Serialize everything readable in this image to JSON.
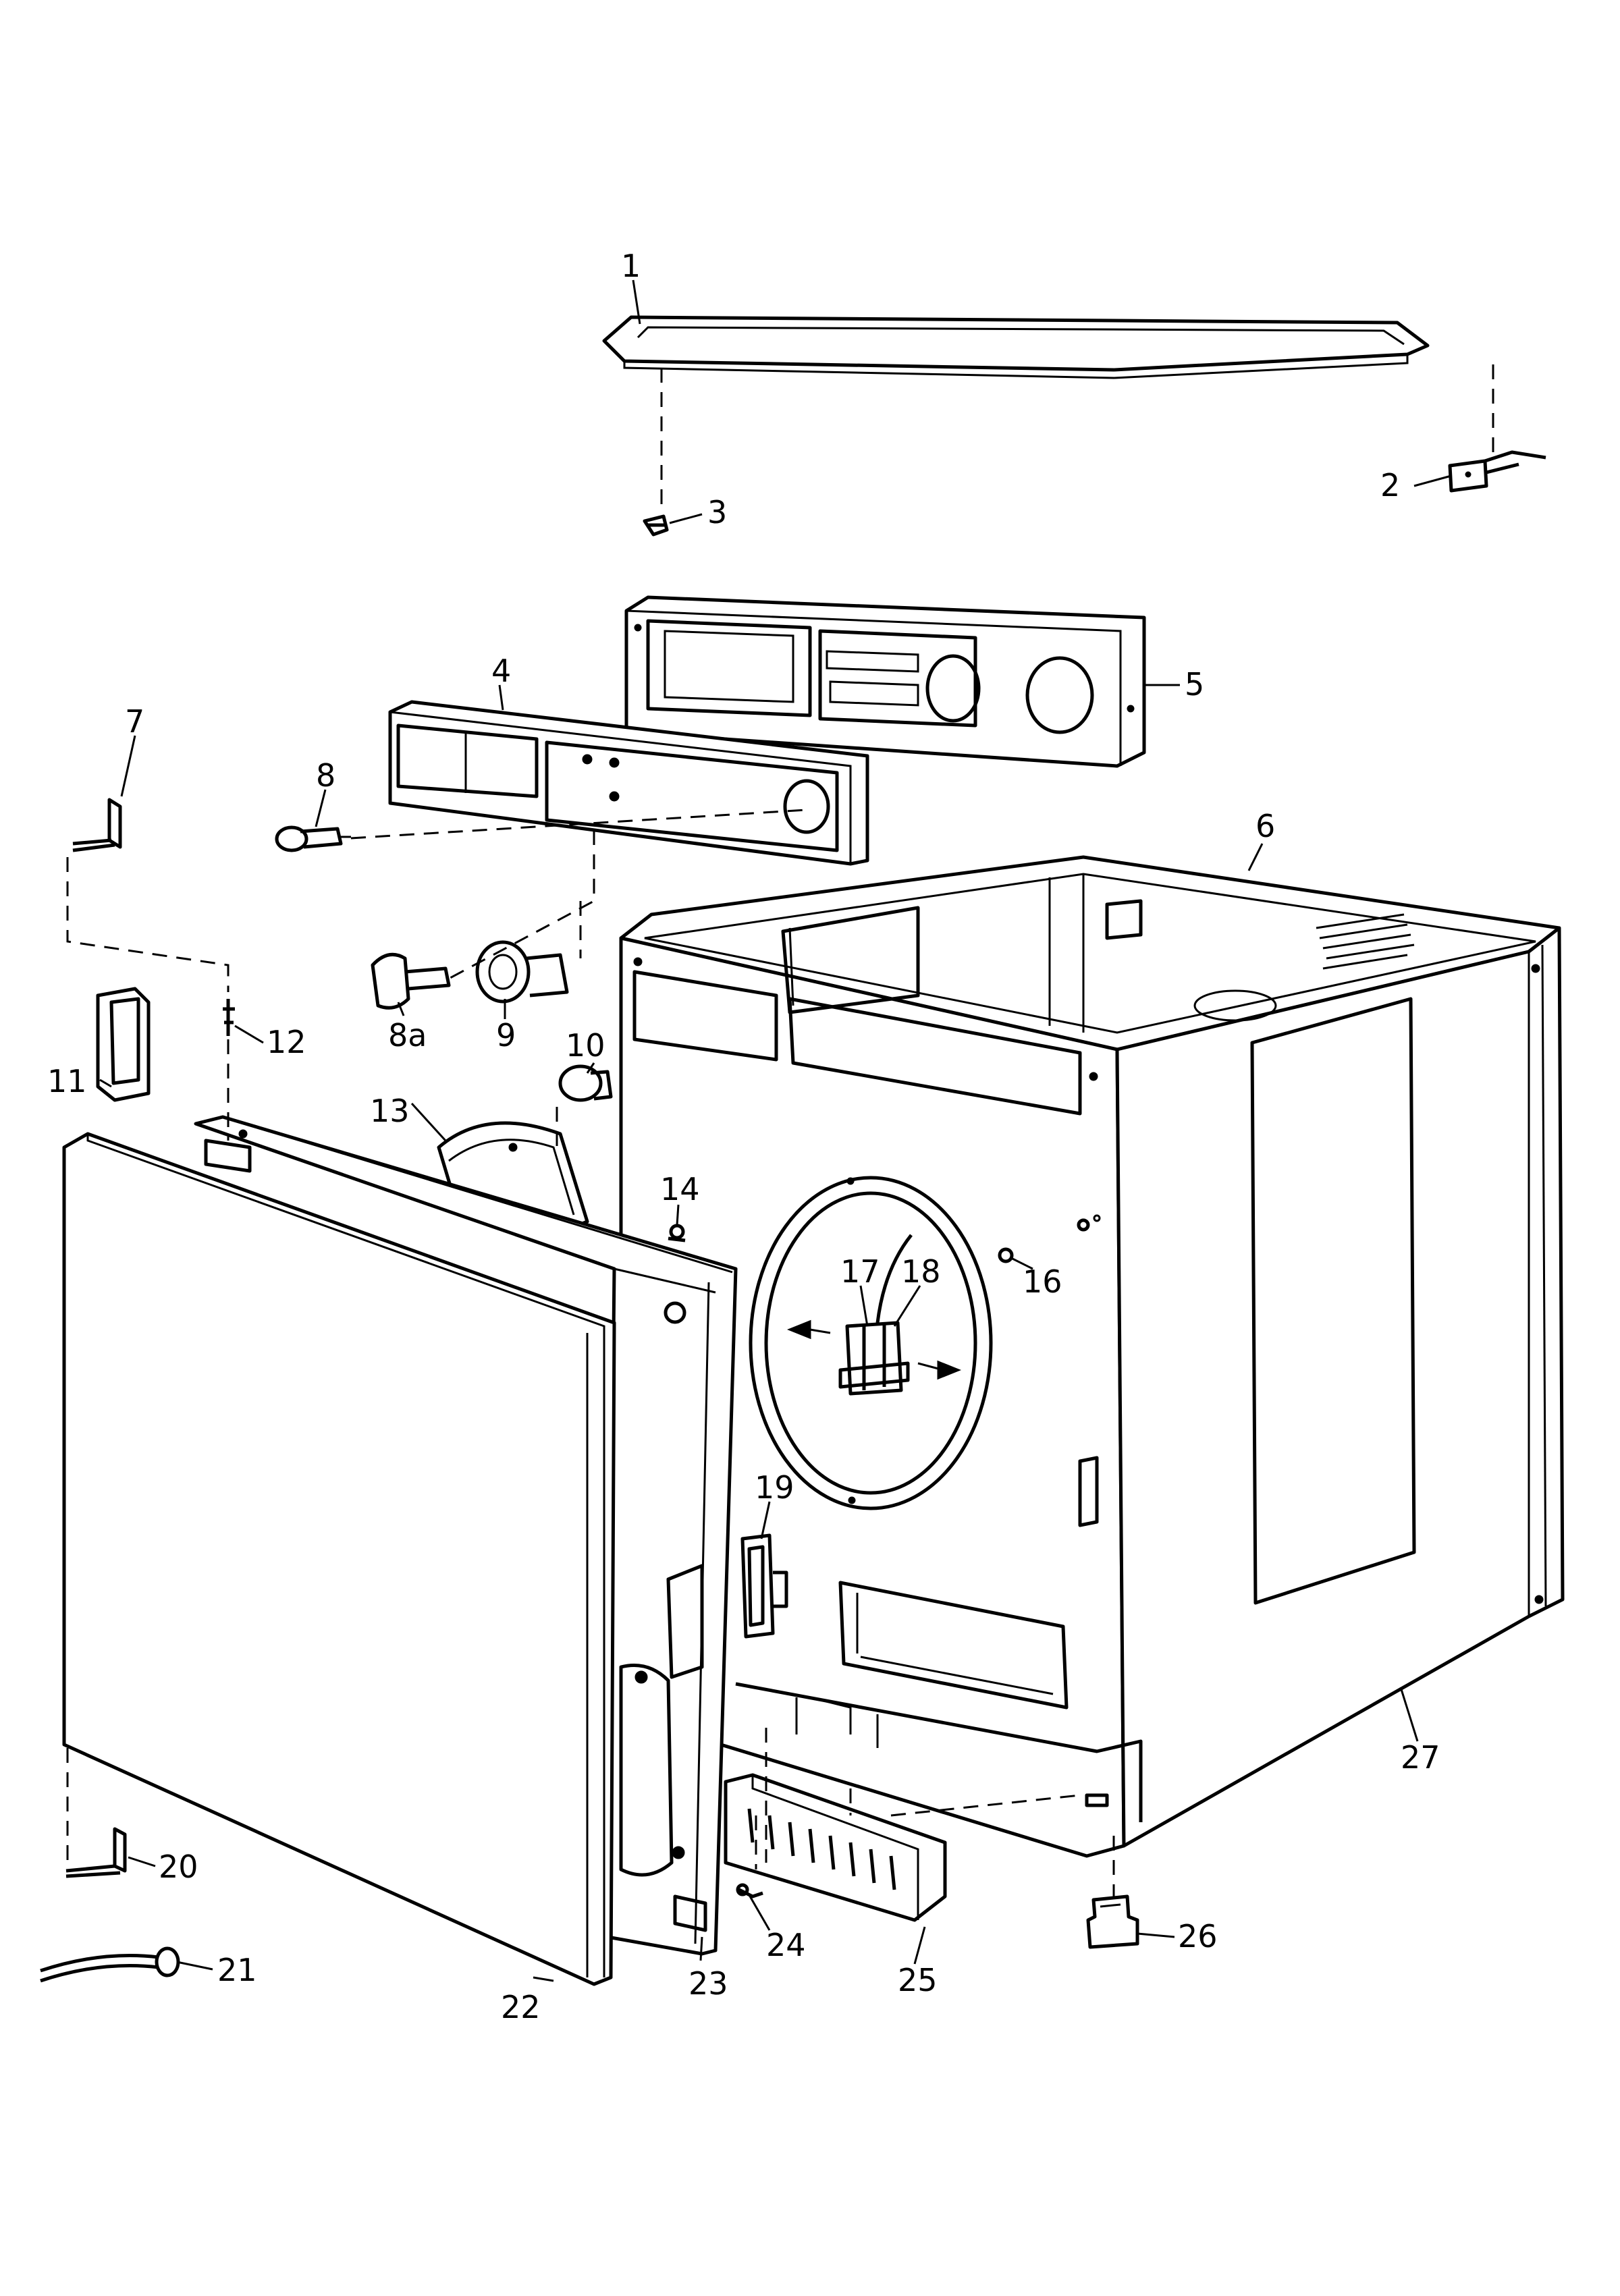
{
  "diagram": {
    "callouts": [
      {
        "id": "1",
        "label": "1"
      },
      {
        "id": "2",
        "label": "2"
      },
      {
        "id": "3",
        "label": "3"
      },
      {
        "id": "4",
        "label": "4"
      },
      {
        "id": "5",
        "label": "5"
      },
      {
        "id": "6",
        "label": "6"
      },
      {
        "id": "7",
        "label": "7"
      },
      {
        "id": "8",
        "label": "8"
      },
      {
        "id": "8a",
        "label": "8a"
      },
      {
        "id": "9",
        "label": "9"
      },
      {
        "id": "10",
        "label": "10"
      },
      {
        "id": "11",
        "label": "11"
      },
      {
        "id": "12",
        "label": "12"
      },
      {
        "id": "13",
        "label": "13"
      },
      {
        "id": "14",
        "label": "14"
      },
      {
        "id": "16",
        "label": "16"
      },
      {
        "id": "17",
        "label": "17"
      },
      {
        "id": "18",
        "label": "18"
      },
      {
        "id": "19",
        "label": "19"
      },
      {
        "id": "20",
        "label": "20"
      },
      {
        "id": "21",
        "label": "21"
      },
      {
        "id": "22",
        "label": "22"
      },
      {
        "id": "23",
        "label": "23"
      },
      {
        "id": "24",
        "label": "24"
      },
      {
        "id": "25",
        "label": "25"
      },
      {
        "id": "26",
        "label": "26"
      },
      {
        "id": "27",
        "label": "27"
      }
    ]
  }
}
